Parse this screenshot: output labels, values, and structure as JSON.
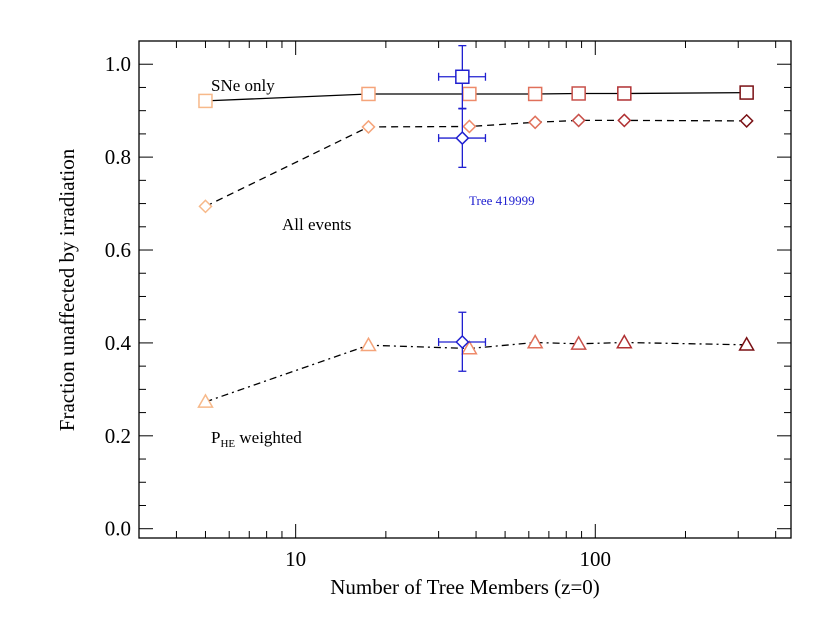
{
  "chart_data": {
    "type": "scatter",
    "title": "",
    "xlabel": "Number of Tree Members (z=0)",
    "ylabel": "Fraction unaffected by irradiation",
    "xscale": "log",
    "xlim": [
      3,
      450
    ],
    "ylim": [
      -0.02,
      1.05
    ],
    "x_major_ticks": [
      10,
      100
    ],
    "x_tick_labels": [
      "10",
      "100"
    ],
    "y_major_ticks": [
      0.0,
      0.2,
      0.4,
      0.6,
      0.8,
      1.0
    ],
    "y_tick_labels": [
      "0.0",
      "0.2",
      "0.4",
      "0.6",
      "0.8",
      "1.0"
    ],
    "grid": false,
    "series": [
      {
        "key": "sne",
        "marker": "square",
        "linestyle": "solid",
        "points": [
          {
            "x": 5,
            "y": 0.921
          },
          {
            "x": 17.5,
            "y": 0.936
          },
          {
            "x": 38,
            "y": 0.936
          },
          {
            "x": 63,
            "y": 0.936
          },
          {
            "x": 88,
            "y": 0.937
          },
          {
            "x": 125,
            "y": 0.937
          },
          {
            "x": 320,
            "y": 0.939
          }
        ]
      },
      {
        "key": "all",
        "marker": "diamond",
        "linestyle": "dashed",
        "points": [
          {
            "x": 5,
            "y": 0.694
          },
          {
            "x": 17.5,
            "y": 0.865
          },
          {
            "x": 38,
            "y": 0.866
          },
          {
            "x": 63,
            "y": 0.875
          },
          {
            "x": 88,
            "y": 0.879
          },
          {
            "x": 125,
            "y": 0.879
          },
          {
            "x": 320,
            "y": 0.878
          }
        ]
      },
      {
        "key": "phe",
        "marker": "triangle",
        "linestyle": "dashdot",
        "points": [
          {
            "x": 5,
            "y": 0.273
          },
          {
            "x": 17.5,
            "y": 0.395
          },
          {
            "x": 38,
            "y": 0.388
          },
          {
            "x": 63,
            "y": 0.401
          },
          {
            "x": 88,
            "y": 0.398
          },
          {
            "x": 125,
            "y": 0.401
          },
          {
            "x": 320,
            "y": 0.396
          }
        ]
      }
    ],
    "point_colors": [
      "#f7b98a",
      "#f5a47a",
      "#ee8a6a",
      "#e0705a",
      "#c8504a",
      "#b03032",
      "#7a1014"
    ],
    "tree_points": {
      "name": "Tree 419999",
      "color": "#2020d0",
      "x": 36,
      "x_err": [
        30,
        43
      ],
      "points": [
        {
          "marker": "square",
          "y": 0.973,
          "y_err": [
            0.905,
            1.04
          ]
        },
        {
          "marker": "diamond",
          "y": 0.841,
          "y_err": [
            0.778,
            0.904
          ]
        },
        {
          "marker": "diamond",
          "y": 0.402,
          "y_err": [
            0.339,
            0.466
          ]
        }
      ]
    },
    "annotations": {
      "sne": "SNe only",
      "all": "All events",
      "phe_main": "P",
      "phe_sub": "HE",
      "phe_rest": " weighted",
      "tree": "Tree 419999"
    }
  }
}
